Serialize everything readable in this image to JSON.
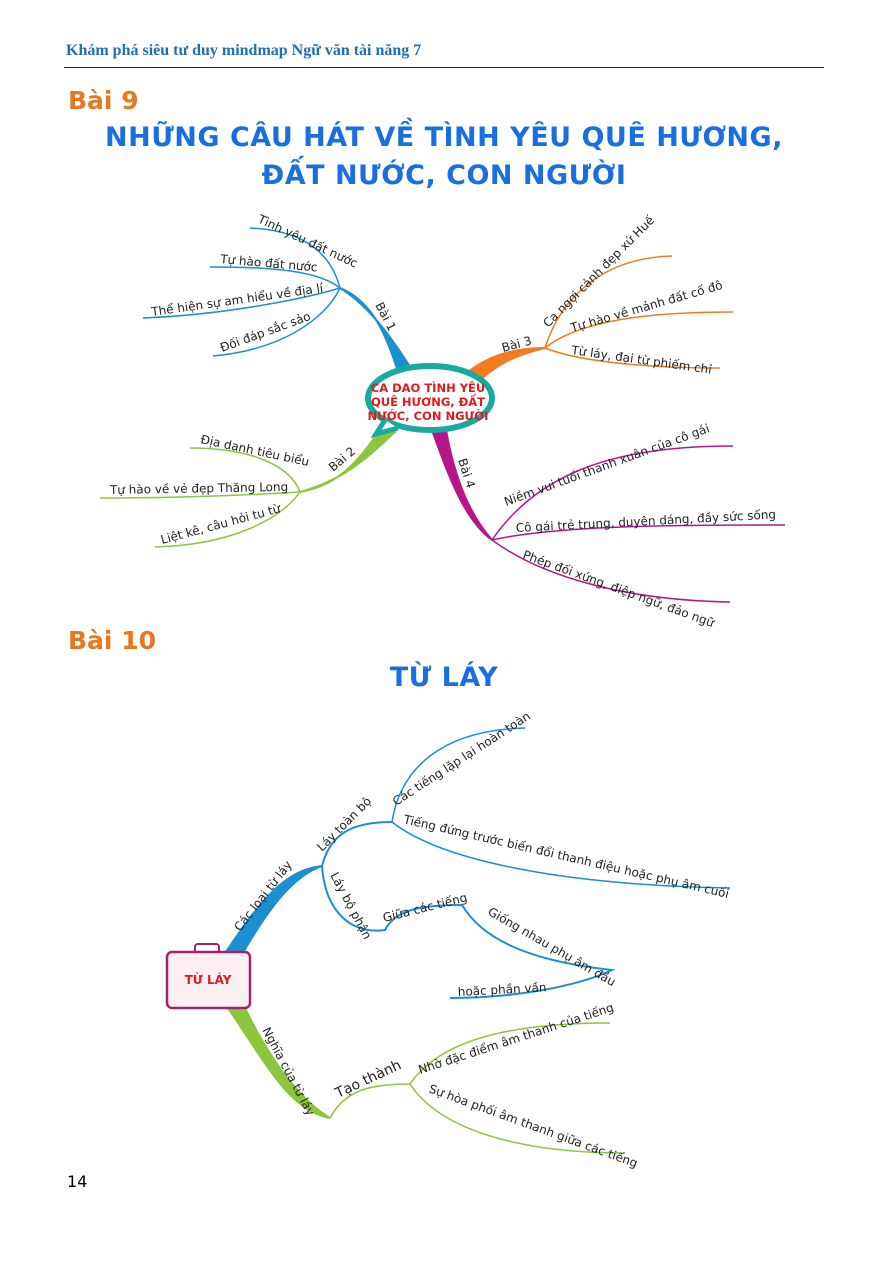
{
  "header": {
    "running_title": "Khám phá siêu tư duy mindmap Ngữ văn tài năng 7"
  },
  "lesson9": {
    "label": "Bài 9",
    "title_line1": "NHỮNG CÂU HÁT VỀ TÌNH YÊU QUÊ HƯƠNG,",
    "title_line2": "ĐẤT NƯỚC, CON NGƯỜI",
    "center": [
      "CA DAO TÌNH YÊU",
      "QUÊ HƯƠNG, ĐẤT",
      "NƯỚC, CON NGƯỜI"
    ],
    "branches": [
      {
        "label": "Bài 1",
        "color": "#1b8fd2",
        "items": [
          "Tình yêu đất nước",
          "Tự hào đất nước",
          "Thể hiện sự am hiểu về địa lí",
          "Đối đáp sắc sảo"
        ]
      },
      {
        "label": "Bài 2",
        "color": "#8cc63f",
        "items": [
          "Địa danh tiêu biểu",
          "Tự hào về vẻ đẹp Thăng Long",
          "Liệt kê, câu hỏi tu từ"
        ]
      },
      {
        "label": "Bài 3",
        "color": "#f47b20",
        "items": [
          "Ca ngợi cảnh đẹp xứ Huế",
          "Tự hào về mảnh đất cố đô",
          "Từ láy, đại từ phiếm chỉ"
        ]
      },
      {
        "label": "Bài 4",
        "color": "#b5178b",
        "items": [
          "Niềm vui tuổi thanh xuân của cô gái",
          "Cô gái trẻ trung, duyên dáng, đầy sức sống",
          "Phép đối xứng, điệp ngữ, đảo ngữ"
        ]
      }
    ]
  },
  "lesson10": {
    "label": "Bài 10",
    "title": "TỪ LÁY",
    "center": "TỪ LÁY",
    "types": {
      "label": "Các loại từ láy",
      "full": {
        "label": "Láy toàn bộ",
        "items": [
          "Các tiếng lặp lại hoàn toàn",
          "Tiếng đứng trước biến đổi thanh điệu hoặc phụ âm cuối"
        ]
      },
      "partial": {
        "label": "Láy bộ phận",
        "between": "Giữa các tiếng",
        "similar": "Giống nhau phụ âm đầu",
        "or": "hoặc phần vần"
      }
    },
    "meaning": {
      "label": "Nghĩa của từ láy",
      "formed": "Tạo thành",
      "items": [
        "Nhờ đặc điểm âm thanh của tiếng",
        "Sự hòa phối âm thanh giữa các tiếng"
      ]
    }
  },
  "page_number": "14"
}
